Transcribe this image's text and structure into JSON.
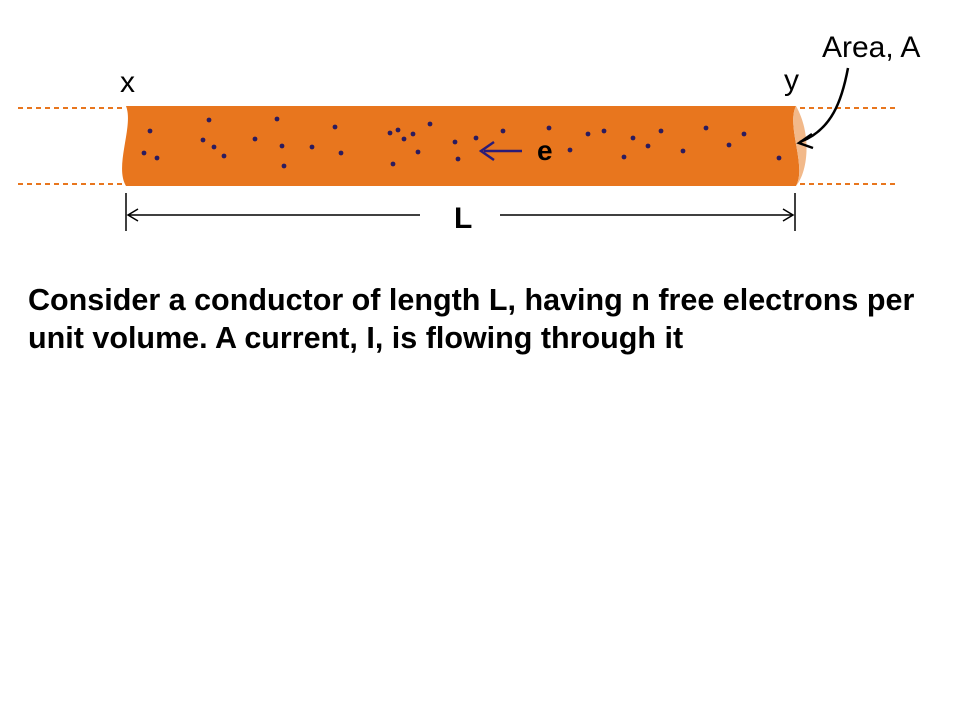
{
  "diagram": {
    "label_x": "x",
    "label_y": "y",
    "label_area": "Area, A",
    "label_electron": "e",
    "label_length": "L"
  },
  "colors": {
    "conductor": "#E8761E",
    "conductor_end": "#F2B98A",
    "electron_dot": "#2B1B5E",
    "arrow": "#2B1B78",
    "dashed_line": "#E8761E"
  },
  "caption": {
    "text": "Consider a conductor of length L, having n free electrons per unit volume. A current, I, is flowing through it"
  }
}
